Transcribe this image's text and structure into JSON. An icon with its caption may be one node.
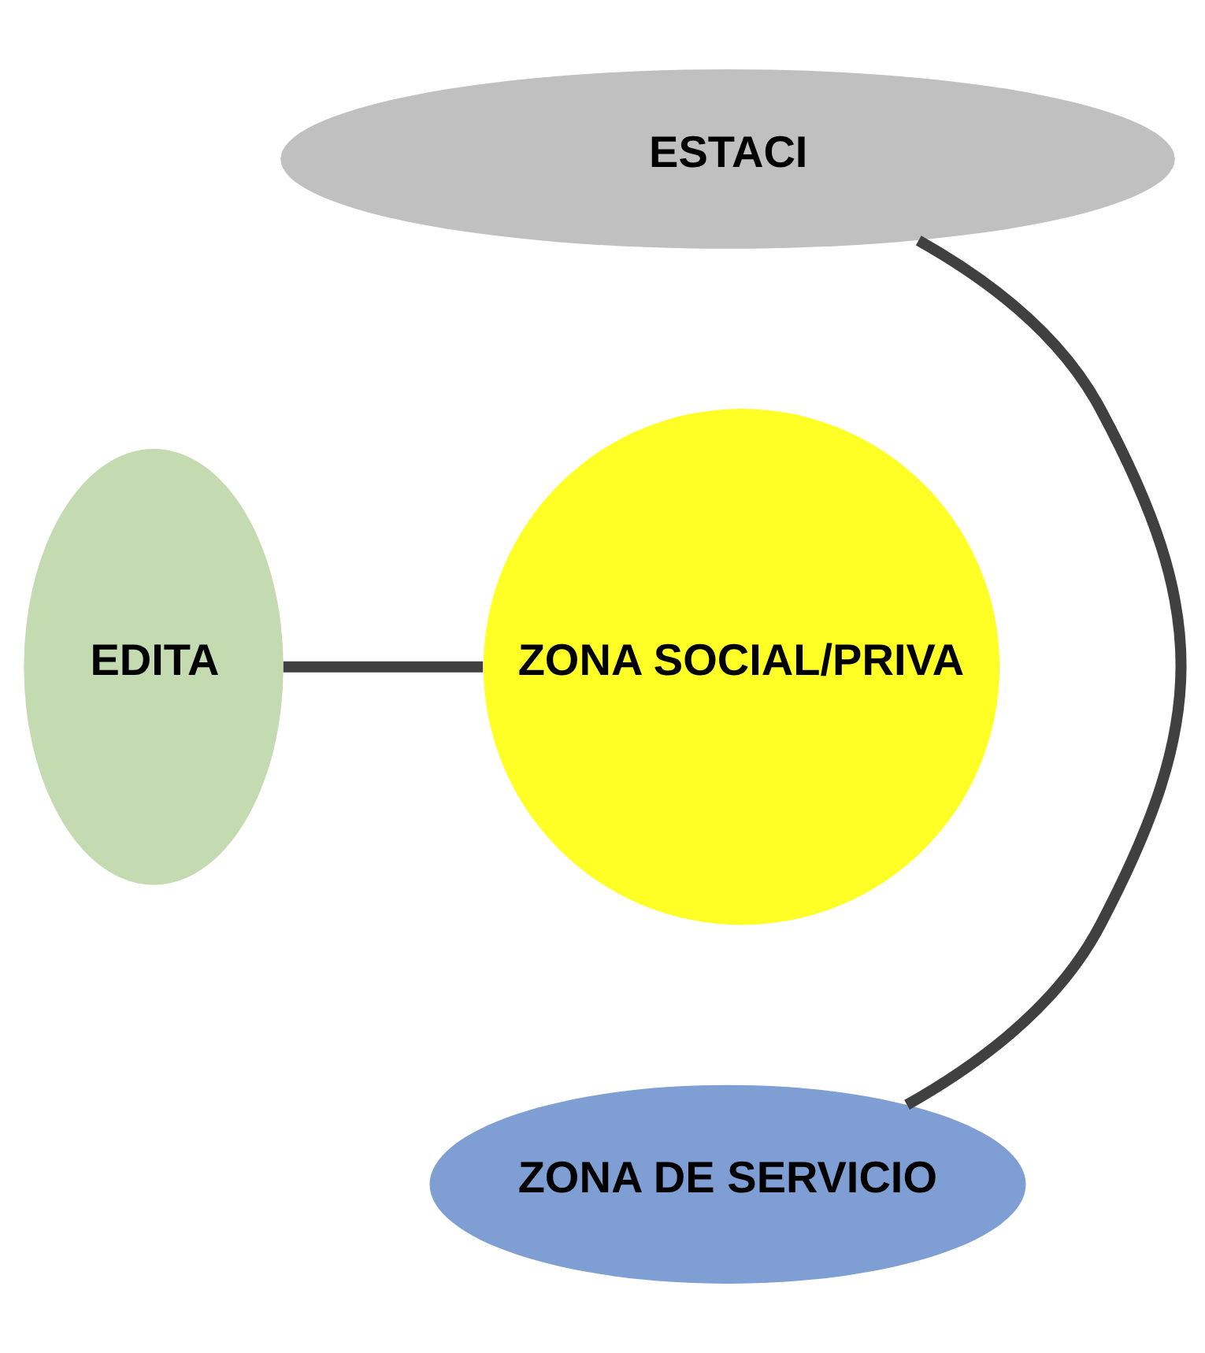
{
  "diagram": {
    "nodes": [
      {
        "text": [
          "ESTACI"
        ]
      },
      {
        "text": [
          "EDITA"
        ]
      },
      {
        "text": [
          "ZONA SOCIAL/PRIVA"
        ]
      },
      {
        "text": [
          "ZONA DE SERVICIO"
        ]
      }
    ],
    "edges": [
      {
        "from": 0,
        "to": 3,
        "arrow": "none"
      },
      {
        "from": 1,
        "to": 2,
        "arrow": "none"
      }
    ]
  }
}
